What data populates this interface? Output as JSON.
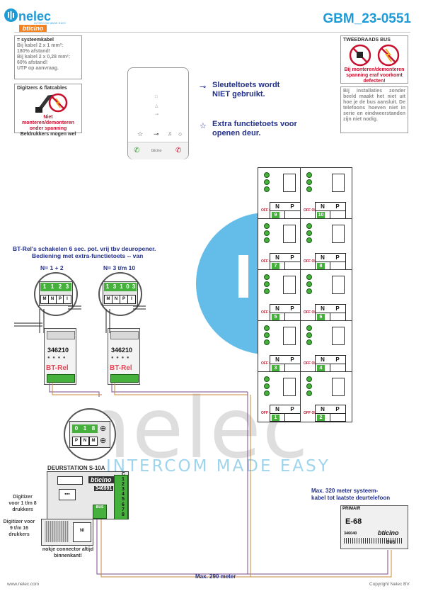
{
  "header": {
    "brand": "nelec",
    "brand_tagline": "INTERCOM MADE EASY",
    "partner": "bticino",
    "doc_id": "GBM_23-0551"
  },
  "note_cable": {
    "heading": "= systeemkabel",
    "lines": [
      "Bij kabel 2 x 1 mm²:",
      "180% afstand!",
      "Bij kabel 2 x 0,28 mm²:",
      "60% afstand!",
      "UTP op aanvraag."
    ]
  },
  "note_digitizers": {
    "heading": "Digitzers & flatcables",
    "warning": "Niet monteren/demonteren onder spanning",
    "footer": "Beldrukkers mogen wel"
  },
  "note_bus": {
    "heading": "TWEEDRAADS BUS",
    "warning": "Bij monteren/demonteren spanning eraf voorkomt defecten!"
  },
  "note_install": {
    "text": "Bij installaties zonder beeld maakt het niet uit hoe je de bus aansluit. De telefoons hoeven niet in serie en eindweerstanden zijn niet nodig."
  },
  "phone_notes": {
    "key_note": "Sleuteltoets wordt NIET gebruikt.",
    "star_note": "Extra functietoets voor openen deur.",
    "phone_brand": "bticino"
  },
  "relay": {
    "heading": "BT-Rel's schakelen 6 sec. pot. vrij tbv deuropener.",
    "subheading": "Bediening met extra-functietoets -- van",
    "group_a": {
      "label": "N= 1 + 2",
      "codes": [
        "1",
        "1",
        "2",
        "3"
      ],
      "bottom": [
        "M",
        "N",
        "P",
        "I"
      ]
    },
    "group_b": {
      "label": "N= 3 t/m 10",
      "codes": [
        "1",
        "3",
        "1",
        "0",
        "3"
      ],
      "bottom": [
        "M",
        "N",
        "P",
        "I"
      ]
    },
    "part_number": "346210",
    "name": "BT-Rel"
  },
  "door_station": {
    "title": "DEURSTATION S-10A",
    "part_number": "346991",
    "config_codes": [
      "0",
      "1",
      "8"
    ],
    "config_bottom": [
      "P",
      "N",
      "M"
    ],
    "terminal_labels": [
      "C",
      "1",
      "2",
      "3",
      "4",
      "5",
      "6",
      "7",
      "8"
    ],
    "bus_label": "BUS",
    "brand": "bticino"
  },
  "digitizers": {
    "d1_label": "Digitizer voor 1 t/m 8 drukkers",
    "d2_label": "Digitizer voor 9 t/m 16 drukkers",
    "connector_note": "nokje connector altijd binnenkant!",
    "nl": "NI"
  },
  "power": {
    "label1": "PRIMAIR",
    "model": "E-68",
    "part_number": "346040",
    "bus_label": "BUS",
    "brand": "bticino"
  },
  "cable_notes": {
    "max_system": "Max. 320 meter systeem-kabel tot laatste deurtelefoon",
    "max_290": "Max. 290 meter"
  },
  "phones_grid": {
    "n_header": "N",
    "p_header": "P",
    "offon": "OFF ON",
    "cells": [
      {
        "n": "9"
      },
      {
        "n": "10"
      },
      {
        "n": "7"
      },
      {
        "n": "8"
      },
      {
        "n": "5"
      },
      {
        "n": "6"
      },
      {
        "n": "3"
      },
      {
        "n": "4"
      },
      {
        "n": "1"
      },
      {
        "n": "2"
      }
    ]
  },
  "footer": {
    "left": "www.nelec.com",
    "right": "Copyright Nelec BV"
  },
  "colors": {
    "accent_blue": "#1e9ad6",
    "navy": "#23318c",
    "green": "#46b03c",
    "warn_red": "#c8102e"
  }
}
